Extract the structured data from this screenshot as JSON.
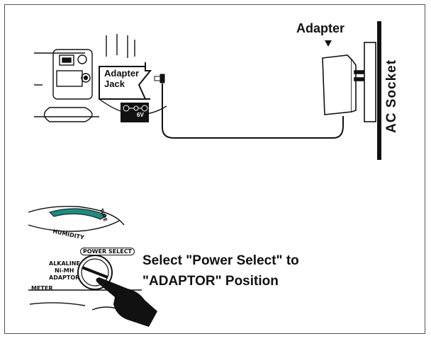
{
  "labels": {
    "adapter": "Adapter",
    "adapter_jack_line1": "Adapter",
    "adapter_jack_line2": "Jack",
    "ac_socket": "AC Socket",
    "voltage": "6V",
    "instruction_line1": "Select \"Power Select\" to",
    "instruction_line2": "\"ADAPTOR\" Position"
  },
  "device_labels": {
    "humidity": "HUMIDITY",
    "time": "TIME",
    "power_select": "POWER SELECT",
    "alkaline": "ALKALINE",
    "nimh": "Ni-MH",
    "adaptor": "ADAPTOR",
    "meter": "METER"
  },
  "icons": [
    "adapter-jack-icon",
    "ac-adapter-icon",
    "ac-socket-icon",
    "polarity-icon",
    "hand-pointer-icon",
    "power-select-dial-icon"
  ],
  "colors": {
    "ink": "#111111",
    "dial_teal": "#1f8a80",
    "background": "#ffffff"
  }
}
